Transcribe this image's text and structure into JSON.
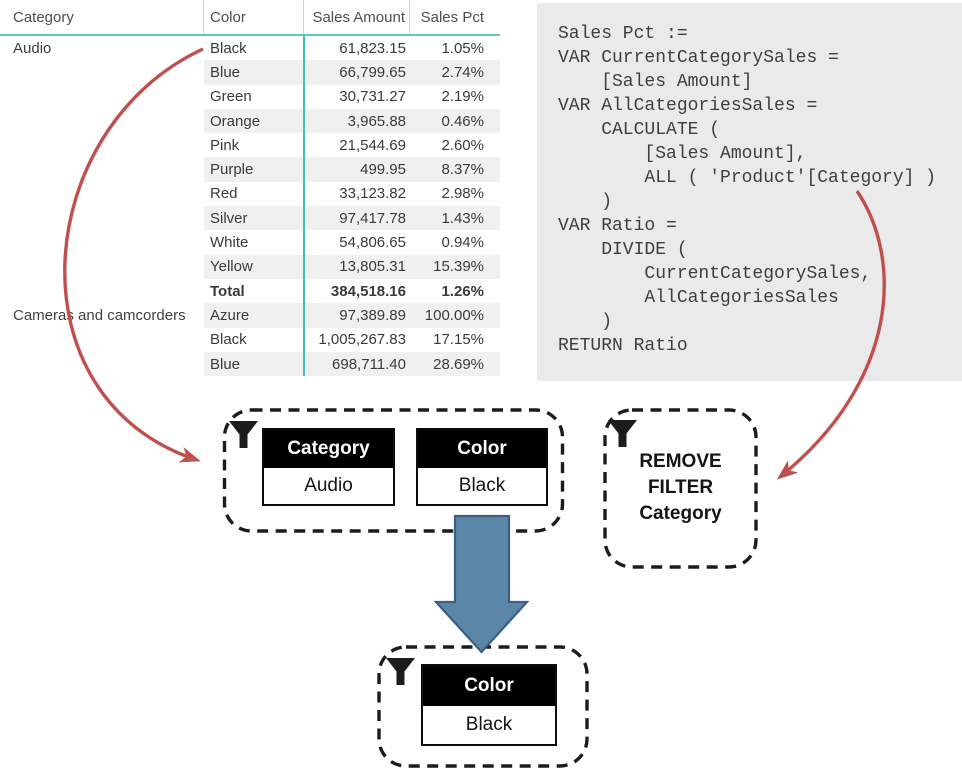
{
  "table": {
    "headers": {
      "category": "Category",
      "color": "Color",
      "amount": "Sales Amount",
      "pct": "Sales Pct"
    },
    "rows": [
      {
        "category": "Audio",
        "color": "Black",
        "amount": "61,823.15",
        "pct": "1.05%"
      },
      {
        "category": "",
        "color": "Blue",
        "amount": "66,799.65",
        "pct": "2.74%"
      },
      {
        "category": "",
        "color": "Green",
        "amount": "30,731.27",
        "pct": "2.19%"
      },
      {
        "category": "",
        "color": "Orange",
        "amount": "3,965.88",
        "pct": "0.46%"
      },
      {
        "category": "",
        "color": "Pink",
        "amount": "21,544.69",
        "pct": "2.60%"
      },
      {
        "category": "",
        "color": "Purple",
        "amount": "499.95",
        "pct": "8.37%"
      },
      {
        "category": "",
        "color": "Red",
        "amount": "33,123.82",
        "pct": "2.98%"
      },
      {
        "category": "",
        "color": "Silver",
        "amount": "97,417.78",
        "pct": "1.43%"
      },
      {
        "category": "",
        "color": "White",
        "amount": "54,806.65",
        "pct": "0.94%"
      },
      {
        "category": "",
        "color": "Yellow",
        "amount": "13,805.31",
        "pct": "15.39%"
      },
      {
        "category": "",
        "color": "Total",
        "amount": "384,518.16",
        "pct": "1.26%"
      },
      {
        "category": "Cameras and camcorders",
        "color": "Azure",
        "amount": "97,389.89",
        "pct": "100.00%"
      },
      {
        "category": "",
        "color": "Black",
        "amount": "1,005,267.83",
        "pct": "17.15%"
      },
      {
        "category": "",
        "color": "Blue",
        "amount": "698,711.40",
        "pct": "28.69%"
      }
    ]
  },
  "code": {
    "text": "Sales Pct :=\nVAR CurrentCategorySales =\n    [Sales Amount]\nVAR AllCategoriesSales =\n    CALCULATE (\n        [Sales Amount],\n        ALL ( 'Product'[Category] )\n    )\nVAR Ratio =\n    DIVIDE (\n        CurrentCategorySales,\n        AllCategoriesSales\n    )\nRETURN Ratio"
  },
  "diagram": {
    "filter_box_1": {
      "tables": [
        {
          "header": "Category",
          "value": "Audio"
        },
        {
          "header": "Color",
          "value": "Black"
        }
      ]
    },
    "remove_filter_box": {
      "lines": [
        "REMOVE",
        "FILTER",
        "Category"
      ]
    },
    "result_box": {
      "tables": [
        {
          "header": "Color",
          "value": "Black"
        }
      ]
    },
    "icons": {
      "funnel": "filter-funnel-icon"
    }
  },
  "colors": {
    "red_arrow": "#c0504d",
    "blue_arrow_fill": "#5b86a7",
    "blue_arrow_stroke": "#3c5f81",
    "teal_line": "#3fc1b8",
    "code_bg": "#eaeaea",
    "alt_row": "#f0f0f0",
    "box_stroke": "#1c1c1c"
  }
}
